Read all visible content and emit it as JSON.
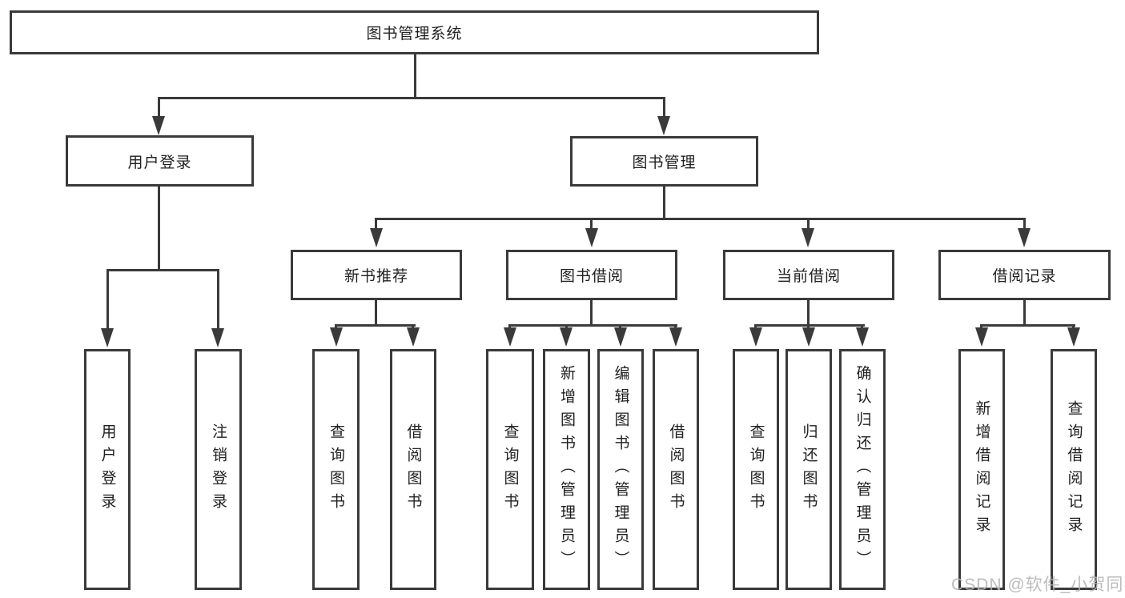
{
  "colors": {
    "line": "#3a3a3a",
    "text": "#1f1f1f",
    "watermark": "#b5b5b5",
    "background": "#ffffff"
  },
  "watermark": {
    "text": "CSDN @软件_小贺同学"
  },
  "diagram": {
    "root": {
      "label": "图书管理系统"
    },
    "level2": [
      {
        "label": "用户登录"
      },
      {
        "label": "图书管理"
      }
    ],
    "level3": [
      {
        "label": "新书推荐",
        "parent": "图书管理"
      },
      {
        "label": "图书借阅",
        "parent": "图书管理"
      },
      {
        "label": "当前借阅",
        "parent": "图书管理"
      },
      {
        "label": "借阅记录",
        "parent": "图书管理"
      }
    ],
    "leaves": [
      {
        "label": "用户登录",
        "parent": "用户登录"
      },
      {
        "label": "注销登录",
        "parent": "用户登录"
      },
      {
        "label": "查询图书",
        "parent": "新书推荐"
      },
      {
        "label": "借阅图书",
        "parent": "新书推荐"
      },
      {
        "label": "查询图书",
        "parent": "图书借阅"
      },
      {
        "label": "新增图书（管理员）",
        "parent": "图书借阅"
      },
      {
        "label": "编辑图书（管理员）",
        "parent": "图书借阅"
      },
      {
        "label": "借阅图书",
        "parent": "图书借阅"
      },
      {
        "label": "查询图书",
        "parent": "当前借阅"
      },
      {
        "label": "归还图书",
        "parent": "当前借阅"
      },
      {
        "label": "确认归还（管理员）",
        "parent": "当前借阅"
      },
      {
        "label": "新增借阅记录",
        "parent": "借阅记录"
      },
      {
        "label": "查询借阅记录",
        "parent": "借阅记录"
      }
    ]
  }
}
